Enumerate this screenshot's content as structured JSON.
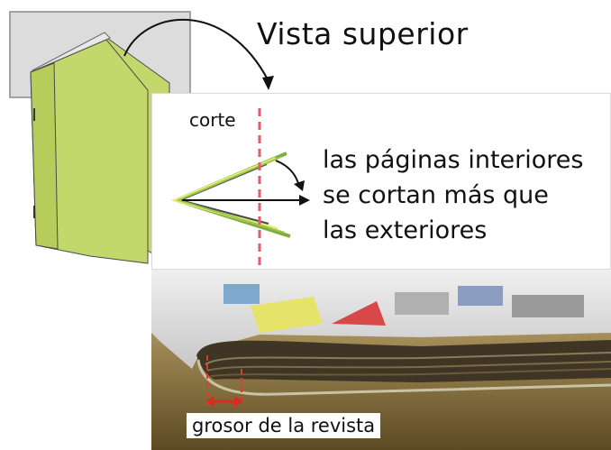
{
  "title": "Vista superior",
  "cut_label": "corte",
  "explanation_lines": [
    "las páginas interiores",
    "se cortan más que",
    "las exteriores"
  ],
  "thickness_label": "grosor de la revista",
  "colors": {
    "cover_green": "#c3d86a",
    "cut_line_red": "#e85a6a",
    "arrow_red": "#d92b1f",
    "photo_brown": "#6e5a2b"
  }
}
